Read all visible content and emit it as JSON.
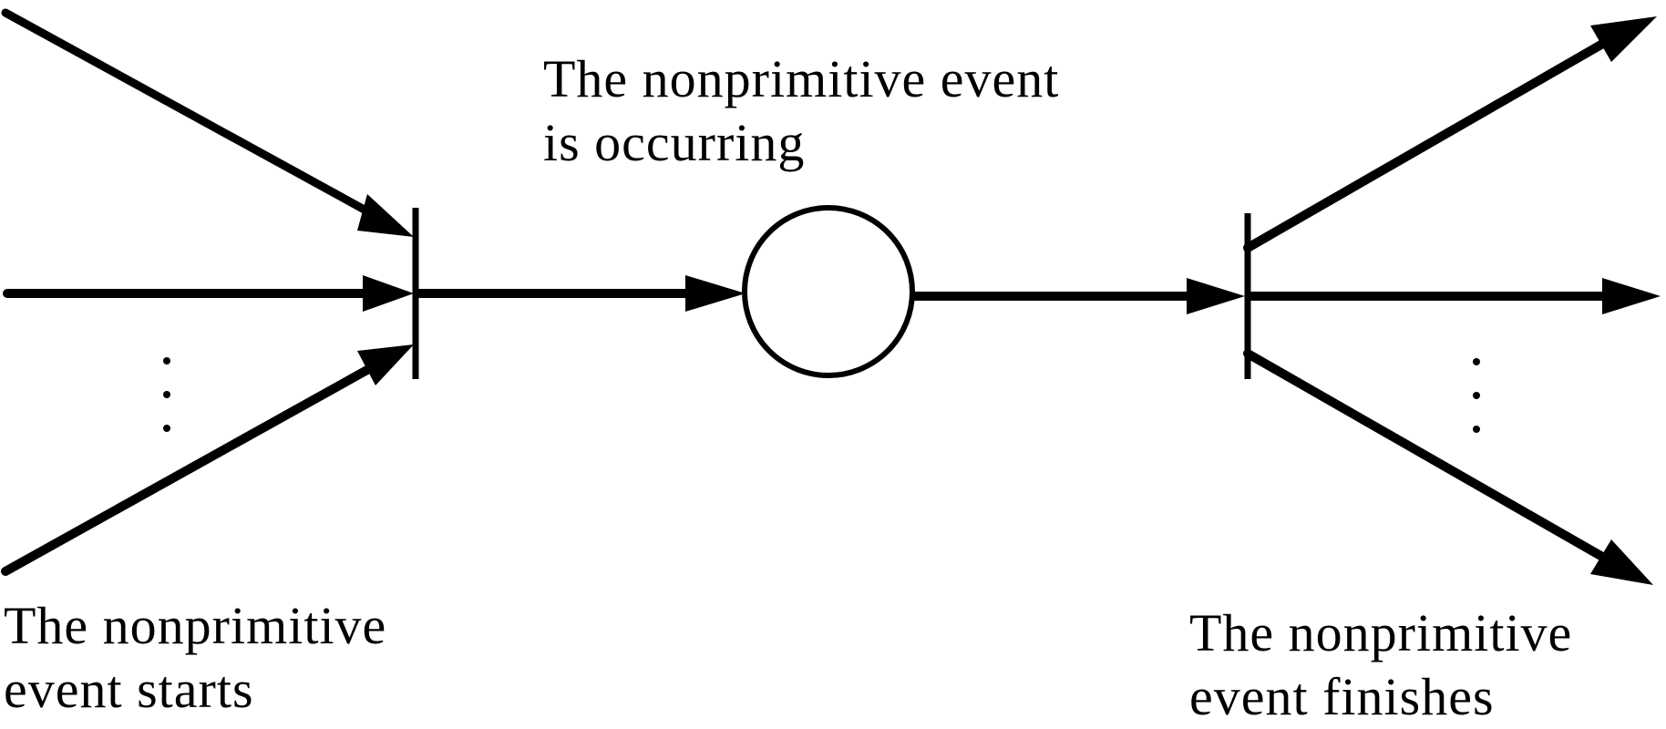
{
  "labels": {
    "occurring": {
      "line1": "The nonprimitive event",
      "line2": "is occurring"
    },
    "starts": {
      "line1": "The nonprimitive",
      "line2": "event starts"
    },
    "finishes": {
      "line1": "The nonprimitive",
      "line2": "event finishes"
    }
  },
  "colors": {
    "ink": "#000000",
    "paper": "#ffffff"
  }
}
